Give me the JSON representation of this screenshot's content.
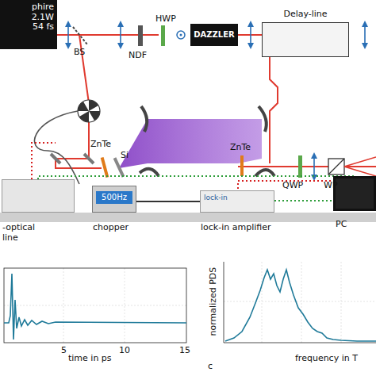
{
  "diagram": {
    "nodes": [
      {
        "text": [
          "phire",
          "2.1W",
          "54 fs"
        ]
      },
      {
        "text": [
          "DAZZLER"
        ]
      },
      {
        "text": [
          "Delay-line"
        ]
      },
      {
        "text": [
          "-optical line"
        ]
      },
      {
        "text": [
          "500Hz",
          "chopper"
        ]
      },
      {
        "text": [
          "lock-in",
          "lock-in amplifier"
        ]
      },
      {
        "text": [
          "PC"
        ]
      }
    ],
    "edges": [
      {
        "from": 3,
        "to": 6,
        "arrow": "none"
      },
      {
        "from": 4,
        "to": 5,
        "arrow": "none"
      },
      {
        "from": 5,
        "to": 6,
        "arrow": "none"
      }
    ],
    "labels": [
      "BS",
      "NDF",
      "HWP",
      "ZnTe",
      "Si",
      "ZnTe",
      "QWP",
      "WP",
      "time in ps",
      "5",
      "10",
      "15",
      "normalized PDS",
      "frequency in T",
      "c"
    ]
  }
}
